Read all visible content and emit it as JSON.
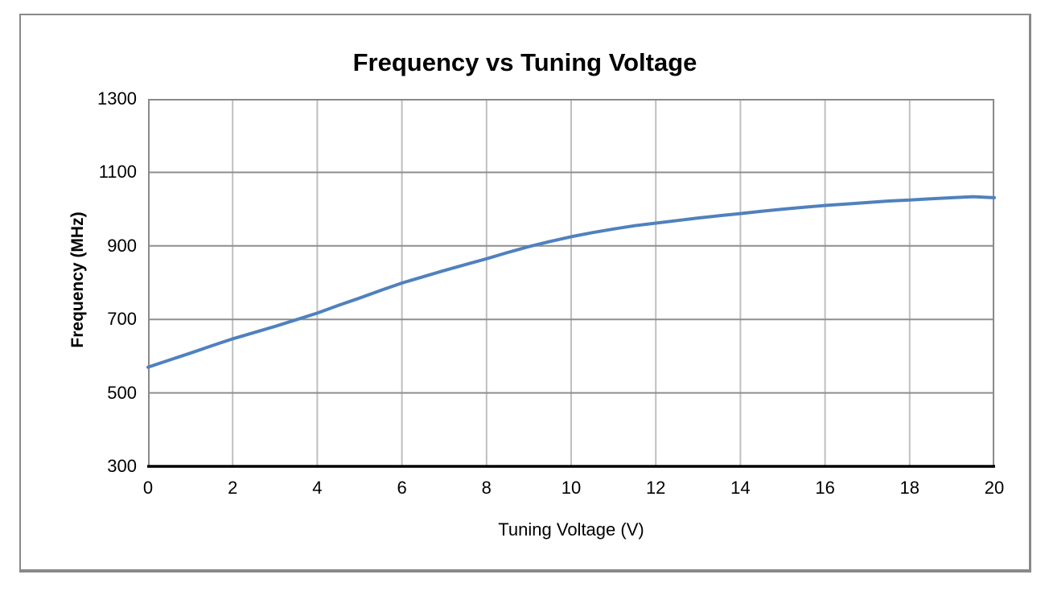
{
  "figure": {
    "title": "Frequency vs Tuning Voltage",
    "x_axis_label": "Tuning Voltage (V)",
    "y_axis_label": "Frequency (MHz)"
  },
  "chart_data": {
    "type": "line",
    "title": "Frequency vs Tuning Voltage",
    "xlabel": "Tuning Voltage (V)",
    "ylabel": "Frequency (MHz)",
    "xlim": [
      0,
      20
    ],
    "ylim": [
      300,
      1300
    ],
    "x_ticks": [
      0,
      2,
      4,
      6,
      8,
      10,
      12,
      14,
      16,
      18,
      20
    ],
    "y_ticks": [
      300,
      500,
      700,
      900,
      1100,
      1300
    ],
    "grid": true,
    "legend": false,
    "series": [
      {
        "name": "Frequency",
        "color": "#4F81BD",
        "x": [
          0,
          0.5,
          1,
          1.5,
          2,
          2.5,
          3,
          3.5,
          4,
          4.5,
          5,
          5.5,
          6,
          6.5,
          7,
          7.5,
          8,
          8.5,
          9,
          9.5,
          10,
          10.5,
          11,
          11.5,
          12,
          12.5,
          13,
          13.5,
          14,
          14.5,
          15,
          15.5,
          16,
          16.5,
          17,
          17.5,
          18,
          18.5,
          19,
          19.5,
          20
        ],
        "values": [
          570,
          589,
          608,
          628,
          647,
          664,
          681,
          699,
          717,
          738,
          758,
          779,
          799,
          816,
          833,
          849,
          865,
          882,
          898,
          912,
          925,
          936,
          946,
          955,
          962,
          969,
          976,
          982,
          988,
          994,
          1000,
          1005,
          1010,
          1014,
          1018,
          1022,
          1025,
          1028,
          1031,
          1034,
          1031
        ]
      }
    ]
  },
  "colors": {
    "line": "#4F81BD",
    "h_gridline": "#8e8e8e",
    "v_gridline": "#bfbfbf",
    "plot_border": "#898989",
    "axis_line": "#000000",
    "frame_border": "#898989",
    "text": "#000000",
    "background": "#ffffff"
  }
}
